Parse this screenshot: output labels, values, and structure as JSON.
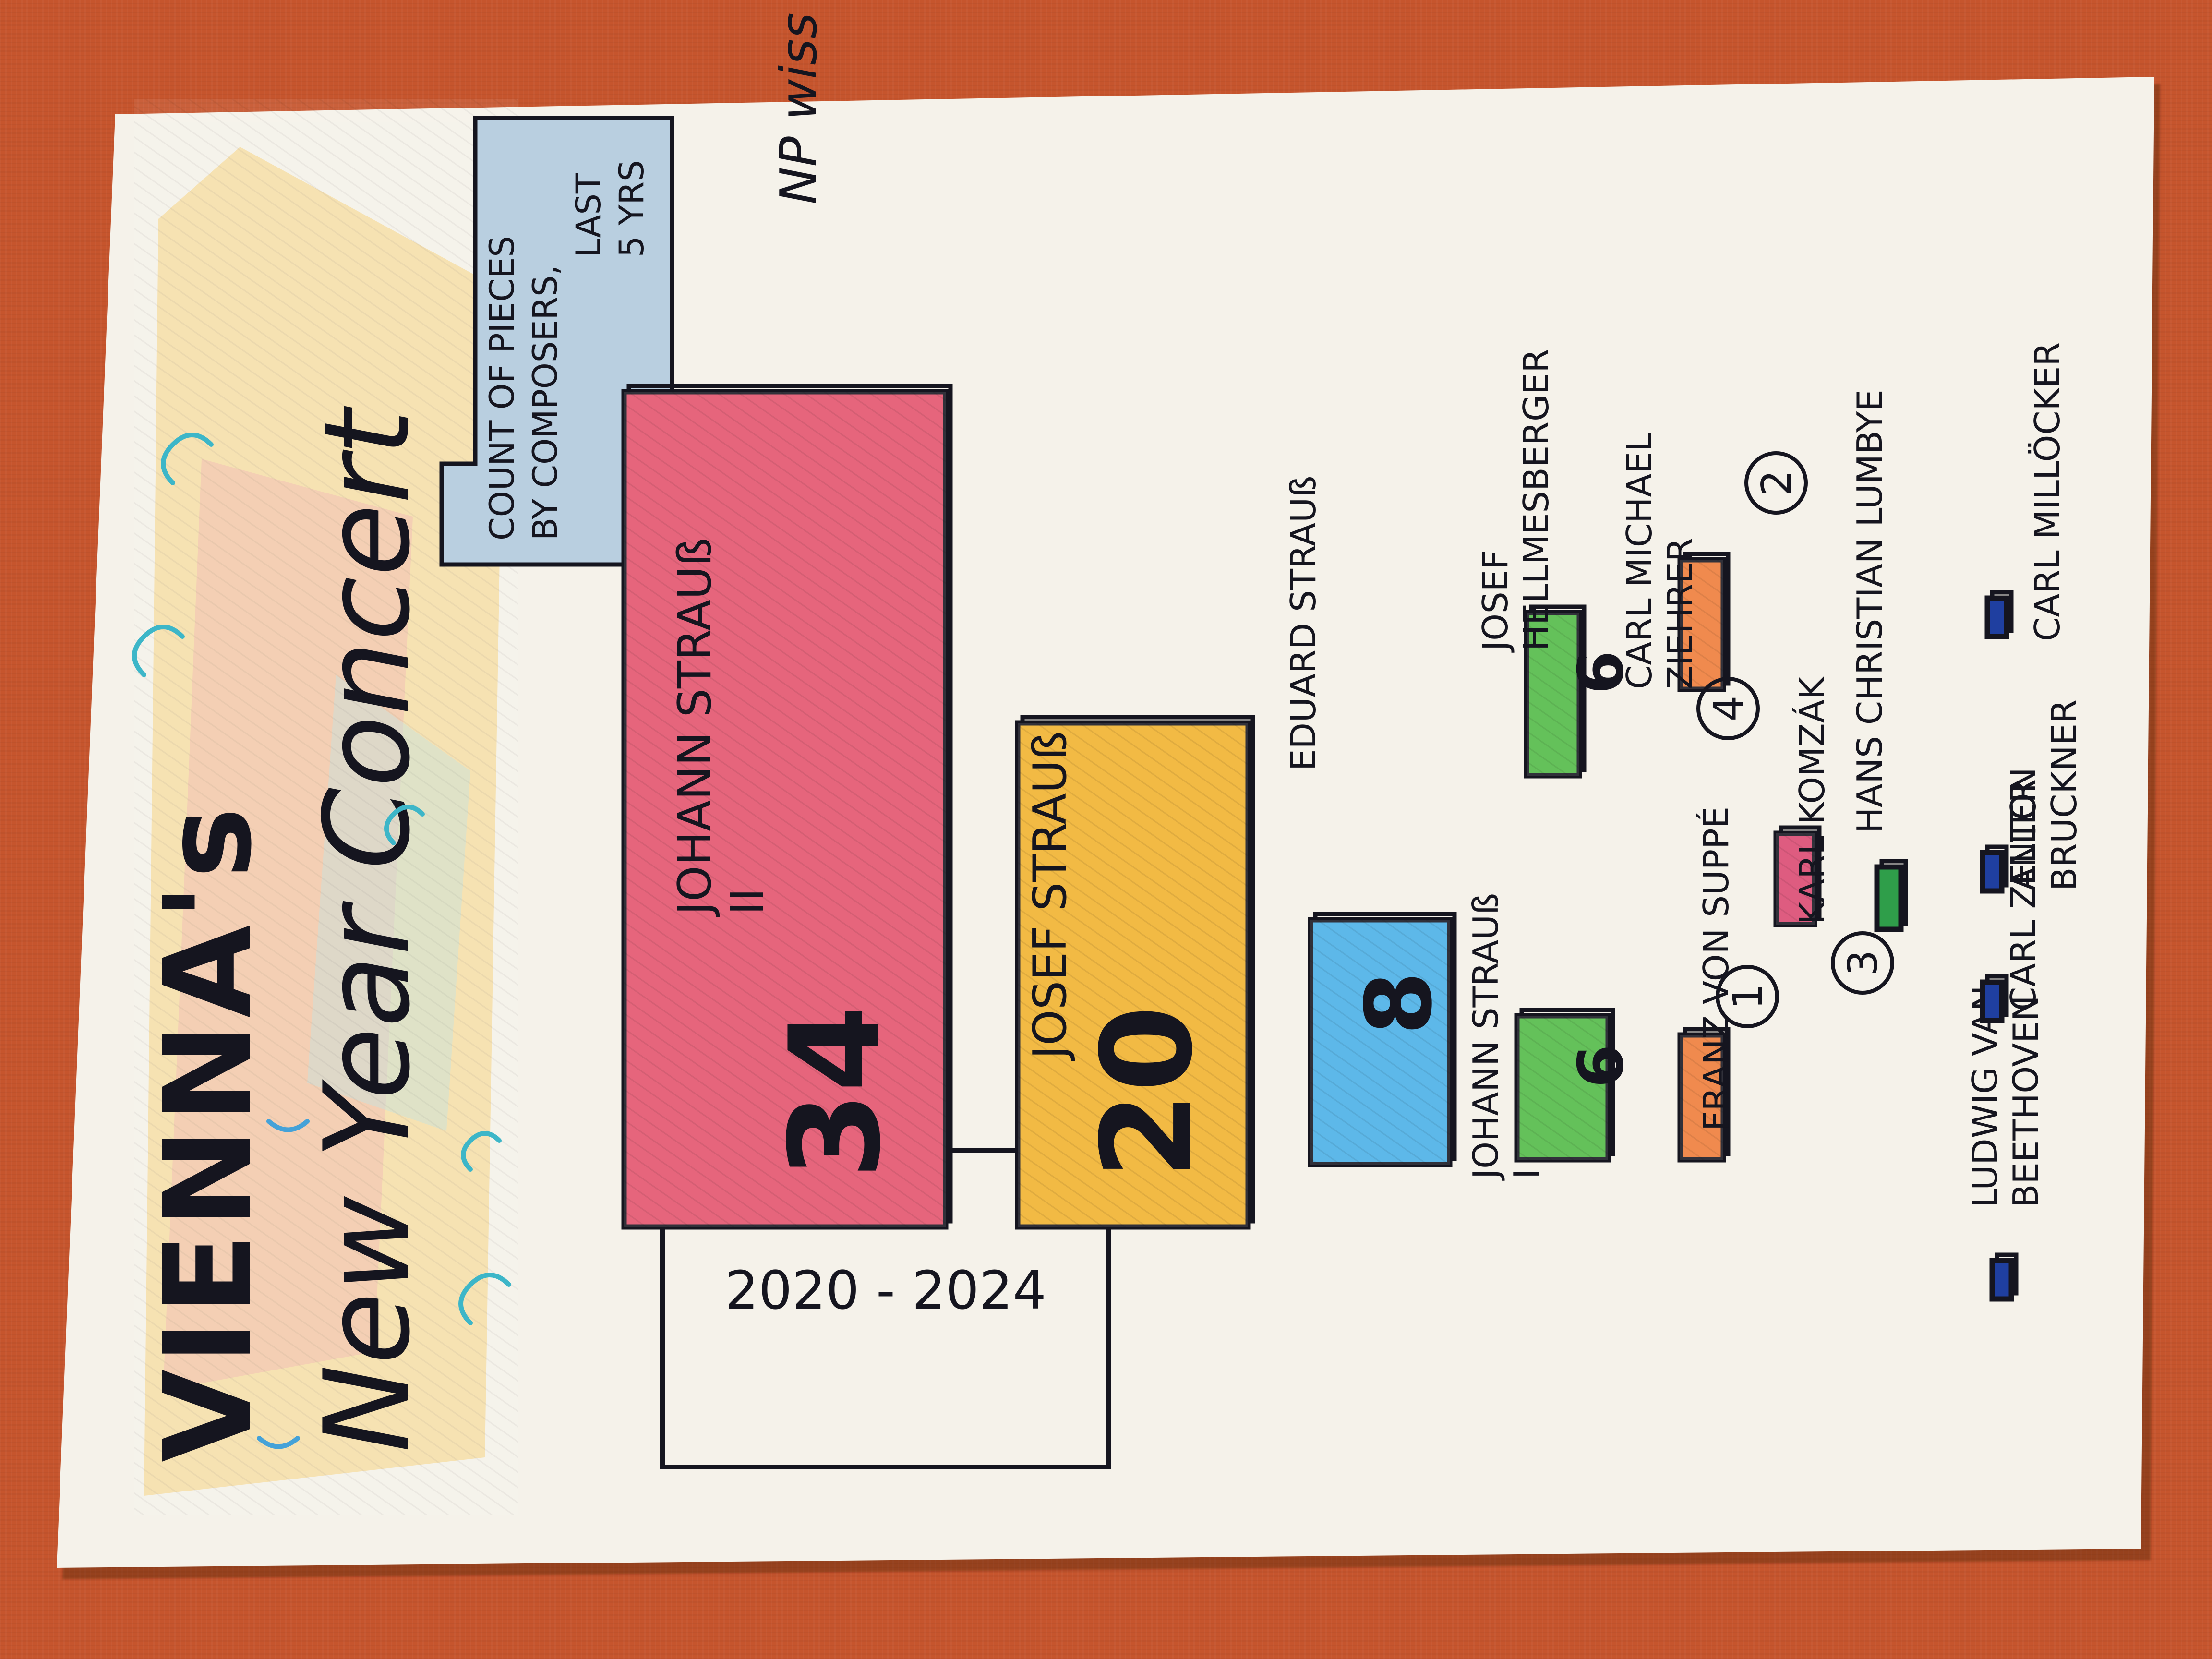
{
  "chart_data": {
    "type": "treemap",
    "title_line1": "VIENNA's",
    "title_line2": "New Year Concert",
    "subtitle": "COUNT OF PIECES BY COMPOSERS, LAST 5 YRS",
    "subtitle_lines": [
      "COUNT OF PIECES",
      "BY COMPOSERS,",
      "LAST",
      "5 YRS"
    ],
    "period": "2020 - 2024",
    "signature": "NP wiss",
    "items": [
      {
        "composer": "JOHANN STRAUß II",
        "value": 34,
        "color": "#e2506a"
      },
      {
        "composer": "JOSEF STRAUß",
        "value": 20,
        "color": "#f0b02a"
      },
      {
        "composer": "EDUARD STRAUß",
        "value": 8,
        "color": "#47aee6"
      },
      {
        "composer": "JOHANN STRAUß I",
        "value": 6,
        "color": "#4fb843"
      },
      {
        "composer": "JOSEF HELLMESBERGER",
        "value": 6,
        "color": "#4fb843"
      },
      {
        "composer": "FRANZ VON SUPPÉ",
        "value": 4,
        "color": "#ee7a35"
      },
      {
        "composer": "CARL MICHAEL ZIEHRER",
        "value": 4,
        "color": "#ee7a35"
      },
      {
        "composer": "KARL KOMZÁK",
        "value": 3,
        "color": "#d9456e"
      },
      {
        "composer": "HANS CHRISTIAN LUMBYE",
        "value": 2,
        "color": "#2f9e4a"
      },
      {
        "composer": "LUDWIG VAN BEETHOVEN",
        "value": 1,
        "color": "#1f3fa0"
      },
      {
        "composer": "CARL ZELLER",
        "value": 1,
        "color": "#1f3fa0"
      },
      {
        "composer": "ANTON BRUCKNER",
        "value": 1,
        "color": "#1f3fa0"
      },
      {
        "composer": "CARL MILLÖCKER",
        "value": 1,
        "color": "#1f3fa0"
      }
    ],
    "markers": [
      "1",
      "2",
      "3",
      "4"
    ]
  }
}
